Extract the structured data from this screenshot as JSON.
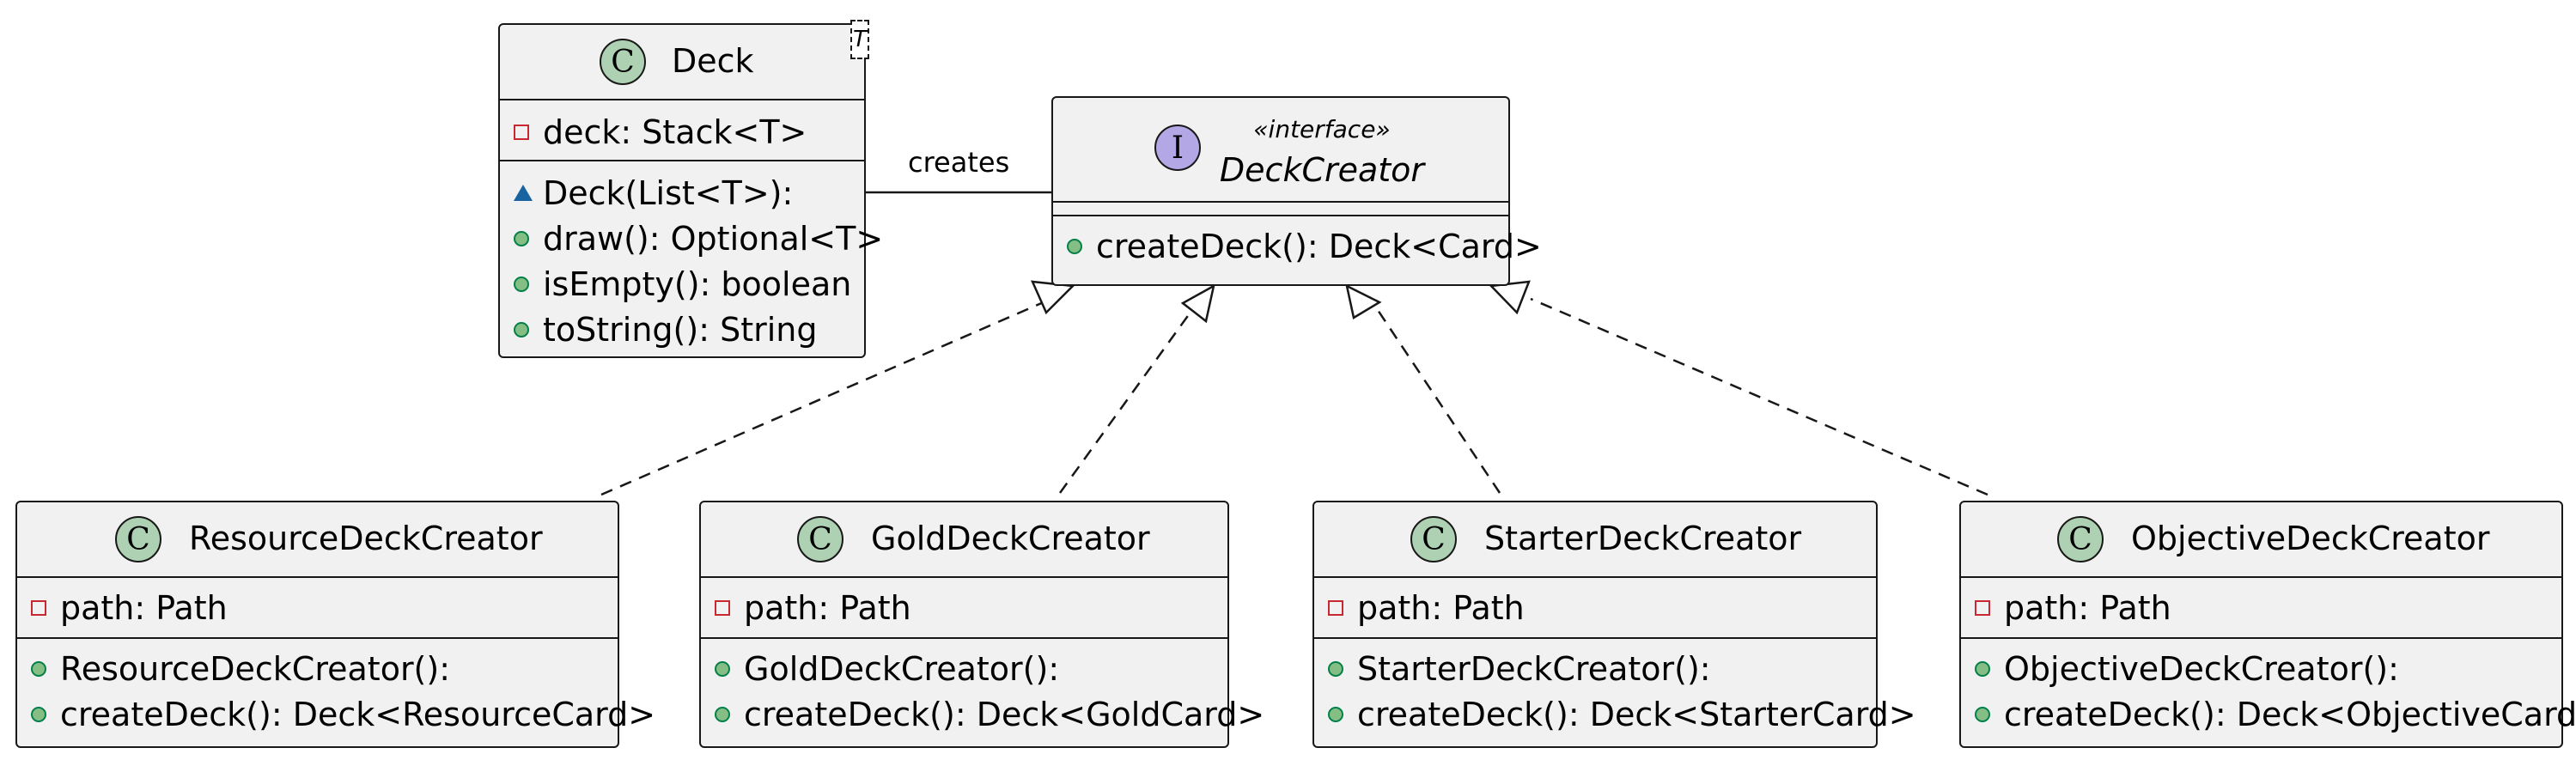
{
  "deck": {
    "stereotype_letter": "C",
    "name": "Deck",
    "type_param": "T",
    "fields": [
      {
        "visibility": "private",
        "text": "deck: Stack<T>"
      }
    ],
    "methods": [
      {
        "visibility": "package",
        "text": "Deck(List<T>):"
      },
      {
        "visibility": "public",
        "text": "draw(): Optional<T>"
      },
      {
        "visibility": "public",
        "text": "isEmpty(): boolean"
      },
      {
        "visibility": "public",
        "text": "toString(): String"
      }
    ]
  },
  "deck_creator": {
    "stereotype_letter": "I",
    "stereotype": "«interface»",
    "name": "DeckCreator",
    "fields": [],
    "methods": [
      {
        "visibility": "public",
        "text": "createDeck(): Deck<Card>"
      }
    ]
  },
  "association": {
    "label": "creates"
  },
  "implementations": [
    {
      "stereotype_letter": "C",
      "name": "ResourceDeckCreator",
      "fields": [
        {
          "visibility": "private",
          "text": "path: Path"
        }
      ],
      "methods": [
        {
          "visibility": "public",
          "text": "ResourceDeckCreator():"
        },
        {
          "visibility": "public",
          "text": "createDeck(): Deck<ResourceCard>"
        }
      ]
    },
    {
      "stereotype_letter": "C",
      "name": "GoldDeckCreator",
      "fields": [
        {
          "visibility": "private",
          "text": "path: Path"
        }
      ],
      "methods": [
        {
          "visibility": "public",
          "text": "GoldDeckCreator():"
        },
        {
          "visibility": "public",
          "text": "createDeck(): Deck<GoldCard>"
        }
      ]
    },
    {
      "stereotype_letter": "C",
      "name": "StarterDeckCreator",
      "fields": [
        {
          "visibility": "private",
          "text": "path: Path"
        }
      ],
      "methods": [
        {
          "visibility": "public",
          "text": "StarterDeckCreator():"
        },
        {
          "visibility": "public",
          "text": "createDeck(): Deck<StarterCard>"
        }
      ]
    },
    {
      "stereotype_letter": "C",
      "name": "ObjectiveDeckCreator",
      "fields": [
        {
          "visibility": "private",
          "text": "path: Path"
        }
      ],
      "methods": [
        {
          "visibility": "public",
          "text": "ObjectiveDeckCreator():"
        },
        {
          "visibility": "public",
          "text": "createDeck(): Deck<ObjectiveCard>"
        }
      ]
    }
  ],
  "colors": {
    "class_fill": "#f1f1f1",
    "border": "#181818",
    "class_circle": "#add1b2",
    "interface_circle": "#b4a7e5",
    "private_marker": "#c82930",
    "public_marker": "#84be84",
    "package_marker": "#1963a0"
  }
}
